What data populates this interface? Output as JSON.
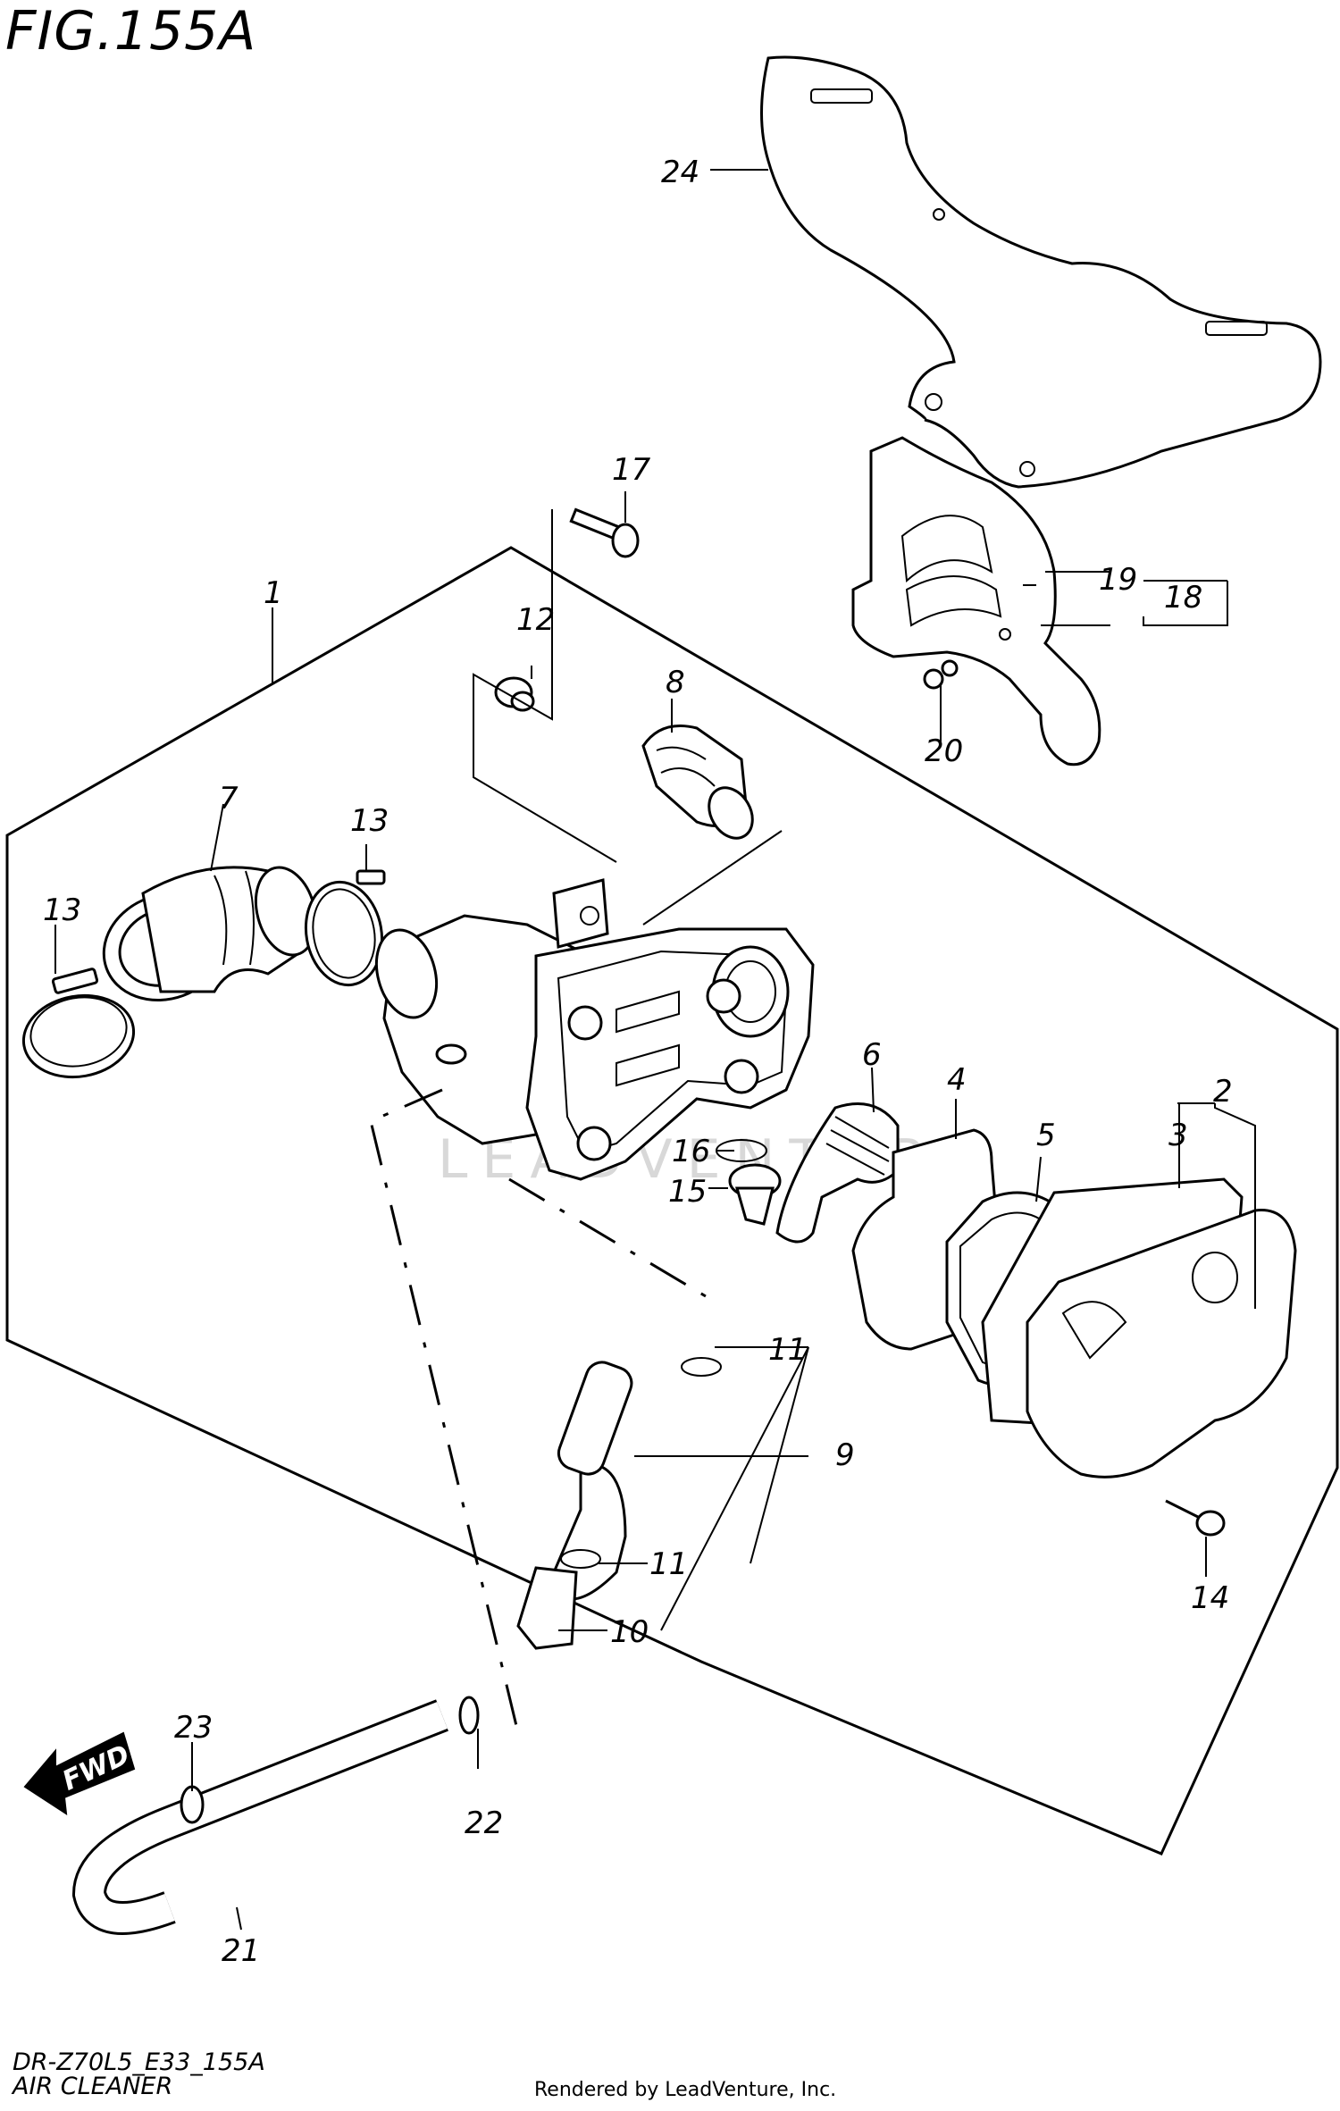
{
  "figure": {
    "title": "FIG.155A",
    "diagram_code": "DR-Z70L5_E33_155A",
    "diagram_name": "AIR CLEANER",
    "credit": "Rendered by LeadVenture, Inc.",
    "watermark": "LEADVENTURE",
    "direction_label": "FWD"
  },
  "callouts": [
    "1",
    "2",
    "3",
    "4",
    "5",
    "6",
    "7",
    "8",
    "9",
    "10",
    "11",
    "11",
    "12",
    "13",
    "13",
    "14",
    "15",
    "16",
    "17",
    "18",
    "19",
    "20",
    "21",
    "22",
    "23",
    "24"
  ]
}
